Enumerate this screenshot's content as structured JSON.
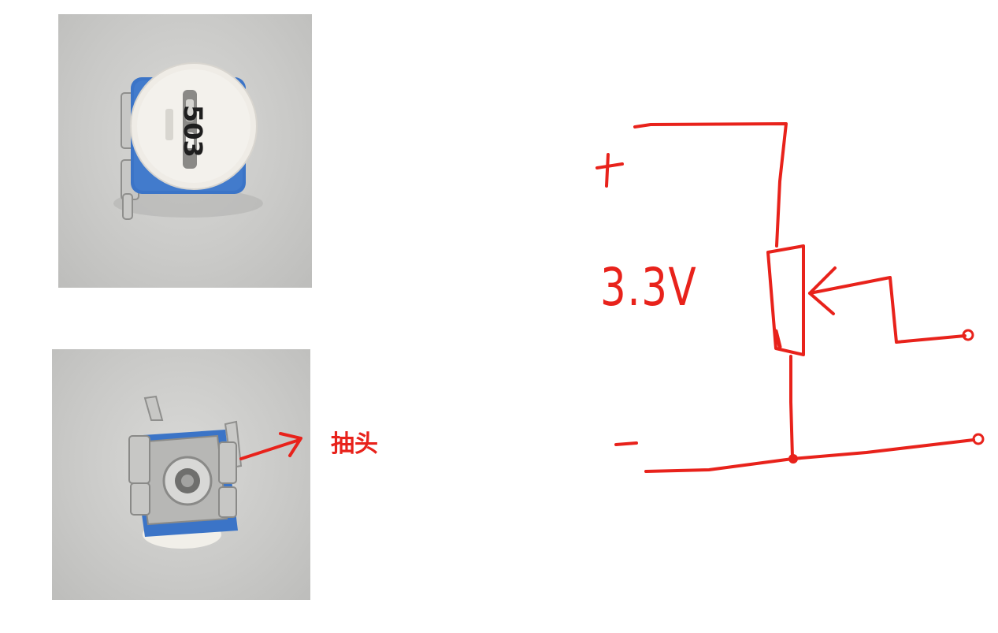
{
  "photo_front": {
    "marking": "503"
  },
  "photo_back": {
    "tap_label": "抽头"
  },
  "schematic": {
    "voltage_label": "3.3V",
    "plus_label": "+",
    "minus_label": "-"
  },
  "colors": {
    "ink": "#e8221b",
    "trimmer_body": "#3b74c7",
    "trimmer_cap": "#efece6",
    "metal": "#b9b9b7"
  }
}
